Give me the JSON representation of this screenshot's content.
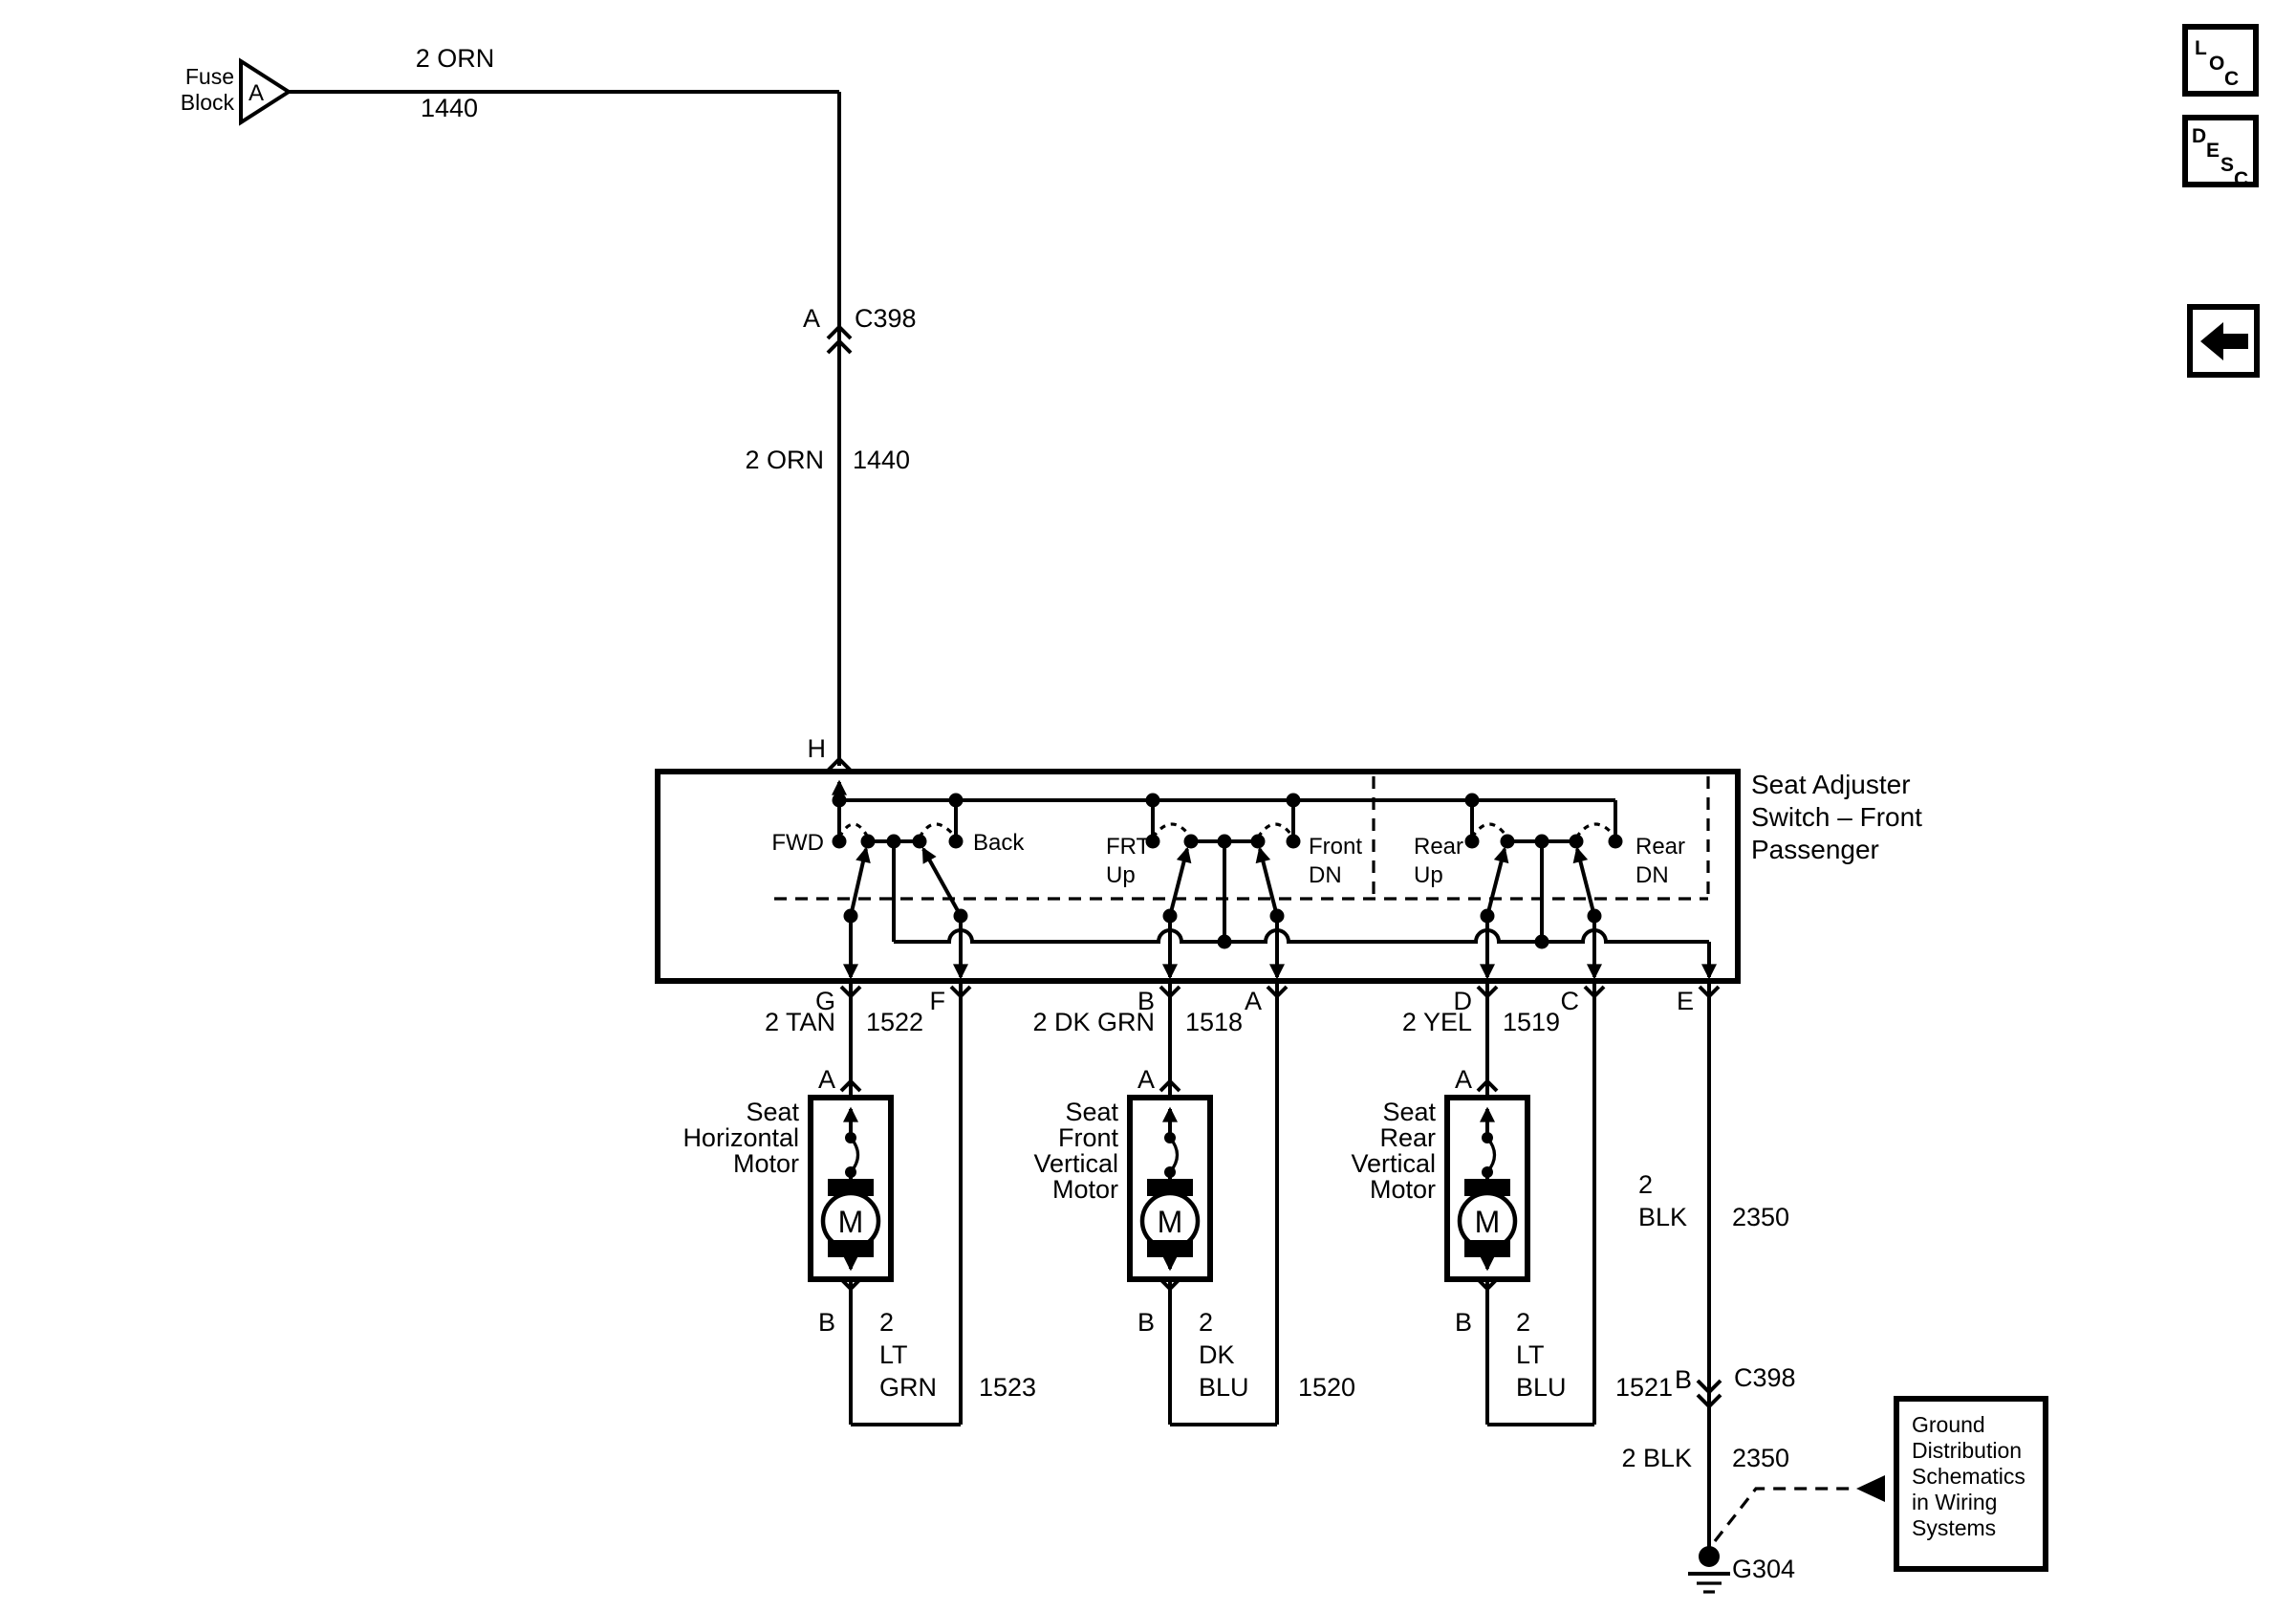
{
  "buttons": {
    "loc": [
      "L",
      "O",
      "C"
    ],
    "desc": [
      "D",
      "E",
      "S",
      "C"
    ]
  },
  "fuse_block": {
    "label": [
      "Fuse",
      "Block"
    ],
    "pin": "A"
  },
  "wire_labels": {
    "orn_top": {
      "name": "2 ORN",
      "circuit": "1440"
    },
    "orn_mid": {
      "name": "2 ORN",
      "circuit": "1440"
    },
    "tan": {
      "name": "2 TAN",
      "circuit": "1522"
    },
    "dk_grn": {
      "name": "2 DK GRN",
      "circuit": "1518"
    },
    "yel": {
      "name": "2 YEL",
      "circuit": "1519"
    },
    "lt_grn": {
      "name": [
        "2",
        "LT",
        "GRN"
      ],
      "circuit": "1523"
    },
    "dk_blu": {
      "name": [
        "2",
        "DK",
        "BLU"
      ],
      "circuit": "1520"
    },
    "lt_blu": {
      "name": [
        "2",
        "LT",
        "BLU"
      ],
      "circuit": "1521"
    },
    "blk_upper": {
      "name": [
        "2",
        "BLK"
      ],
      "circuit": "2350"
    },
    "blk_lower": {
      "name": "2 BLK",
      "circuit": "2350"
    }
  },
  "connectors": {
    "top": {
      "pin": "A",
      "id": "C398"
    },
    "bottom": {
      "pin": "B",
      "id": "C398"
    }
  },
  "switch": {
    "pin_in": "H",
    "title": [
      "Seat Adjuster",
      "Switch – Front",
      "Passenger"
    ],
    "positions": {
      "fwd": "FWD",
      "back": "Back",
      "frt_up": [
        "FRT",
        "Up"
      ],
      "front_dn": [
        "Front",
        "DN"
      ],
      "rear_up": [
        "Rear",
        "Up"
      ],
      "rear_dn": [
        "Rear",
        "DN"
      ]
    },
    "pins_bottom": [
      "G",
      "F",
      "B",
      "A",
      "D",
      "C",
      "E"
    ]
  },
  "motors": [
    {
      "name": [
        "Seat",
        "Horizontal",
        "Motor"
      ],
      "pin_top": "A",
      "pin_bottom": "B",
      "symbol": "M"
    },
    {
      "name": [
        "Seat",
        "Front",
        "Vertical",
        "Motor"
      ],
      "pin_top": "A",
      "pin_bottom": "B",
      "symbol": "M"
    },
    {
      "name": [
        "Seat",
        "Rear",
        "Vertical",
        "Motor"
      ],
      "pin_top": "A",
      "pin_bottom": "B",
      "symbol": "M"
    }
  ],
  "ground": {
    "id": "G304",
    "ref_box": [
      "Ground",
      "Distribution",
      "Schematics",
      "in Wiring",
      "Systems"
    ]
  }
}
